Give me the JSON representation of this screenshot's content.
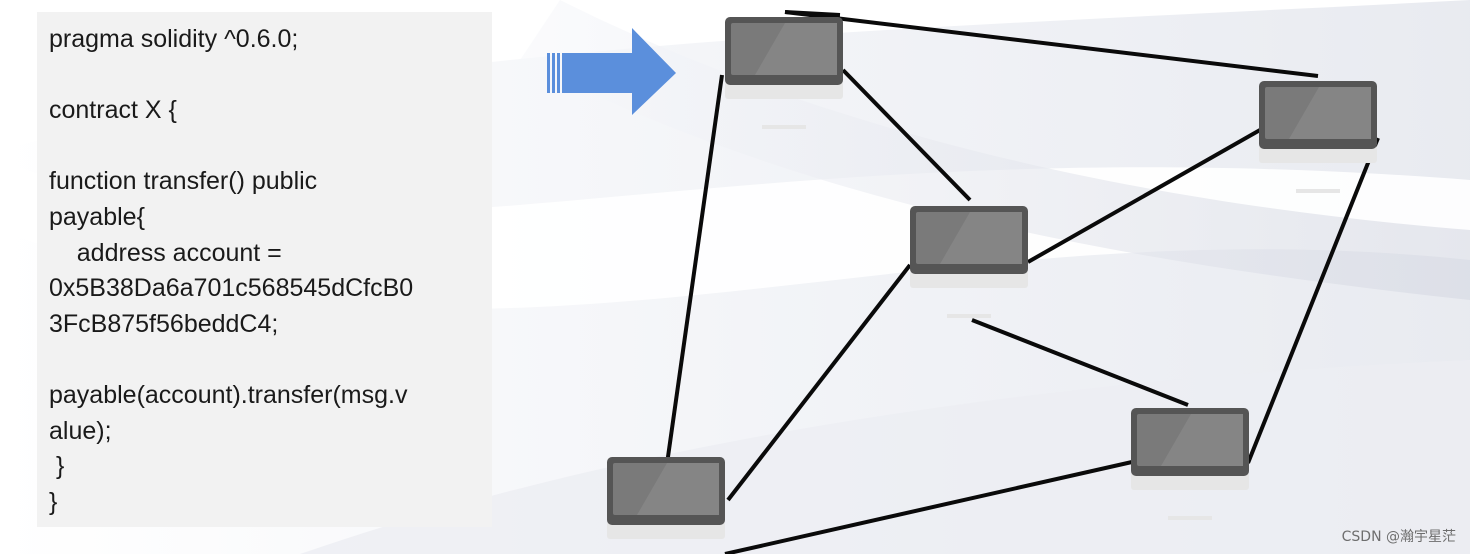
{
  "code": {
    "lines": [
      "pragma solidity ^0.6.0;",
      "",
      "contract X {",
      "",
      "function transfer() public",
      "payable{",
      "    address account =",
      "0x5B38Da6a701c568545dCfcB0",
      "3FcB875f56beddC4;",
      "",
      "payable(account).transfer(msg.v",
      "alue);",
      " }",
      "}"
    ]
  },
  "diagram": {
    "arrow": {
      "color": "#5b8fdc",
      "direction": "right"
    },
    "nodes": [
      {
        "id": "top-left",
        "icon": "monitor-icon"
      },
      {
        "id": "top-right",
        "icon": "monitor-icon"
      },
      {
        "id": "center",
        "icon": "monitor-icon"
      },
      {
        "id": "bottom-right",
        "icon": "monitor-icon"
      },
      {
        "id": "bottom-left",
        "icon": "monitor-icon"
      }
    ],
    "edges": [
      {
        "from": "top-left",
        "to": "top-right"
      },
      {
        "from": "top-left",
        "to": "center"
      },
      {
        "from": "top-left",
        "to": "bottom-left"
      },
      {
        "from": "top-right",
        "to": "center"
      },
      {
        "from": "top-right",
        "to": "bottom-right"
      },
      {
        "from": "center",
        "to": "bottom-left"
      },
      {
        "from": "center",
        "to": "bottom-right"
      },
      {
        "from": "bottom-right",
        "to": "bottom-left"
      }
    ],
    "colors": {
      "monitor_frame": "#555555",
      "monitor_screen": "#7a7a7a",
      "monitor_stand": "#e6e6e6",
      "edge": "#0a0a0a"
    }
  },
  "watermark": {
    "text": "CSDN @瀚宇星茫"
  }
}
